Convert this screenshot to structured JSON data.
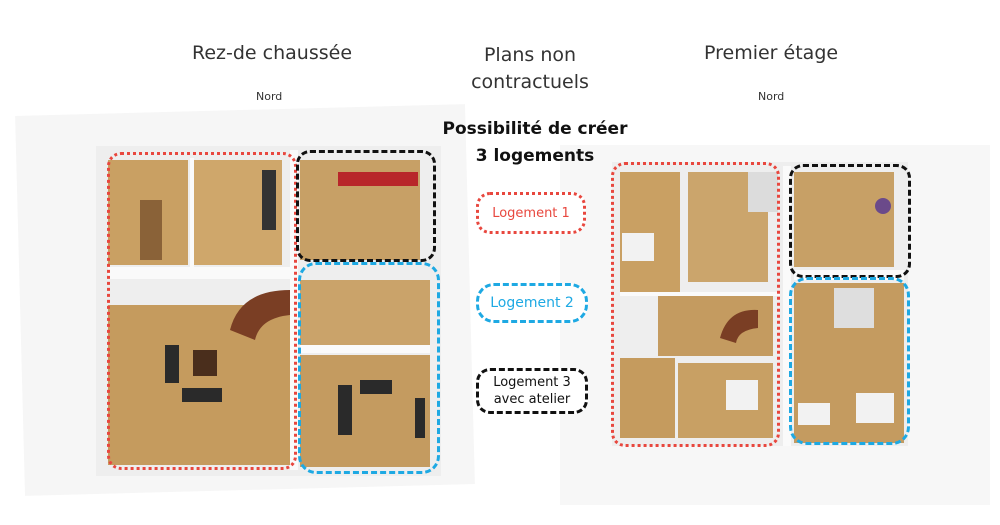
{
  "labels": {
    "ground_floor": "Rez-de chaussée",
    "first_floor": "Premier étage",
    "north_left": "Nord",
    "north_right": "Nord",
    "disclaimer_line1": "Plans non",
    "disclaimer_line2": "contractuels",
    "possibility_line1": "Possibilité de créer",
    "possibility_line2": "3 logements"
  },
  "legend": {
    "unit1": "Logement 1",
    "unit2": "Logement 2",
    "unit3_line1": "Logement 3",
    "unit3_line2": "avec atelier"
  },
  "colors": {
    "unit1": "#e8473e",
    "unit2": "#1ea9e3",
    "unit3": "#111111",
    "wood_floor": "#c9a063",
    "wall": "#f4f4f4"
  }
}
